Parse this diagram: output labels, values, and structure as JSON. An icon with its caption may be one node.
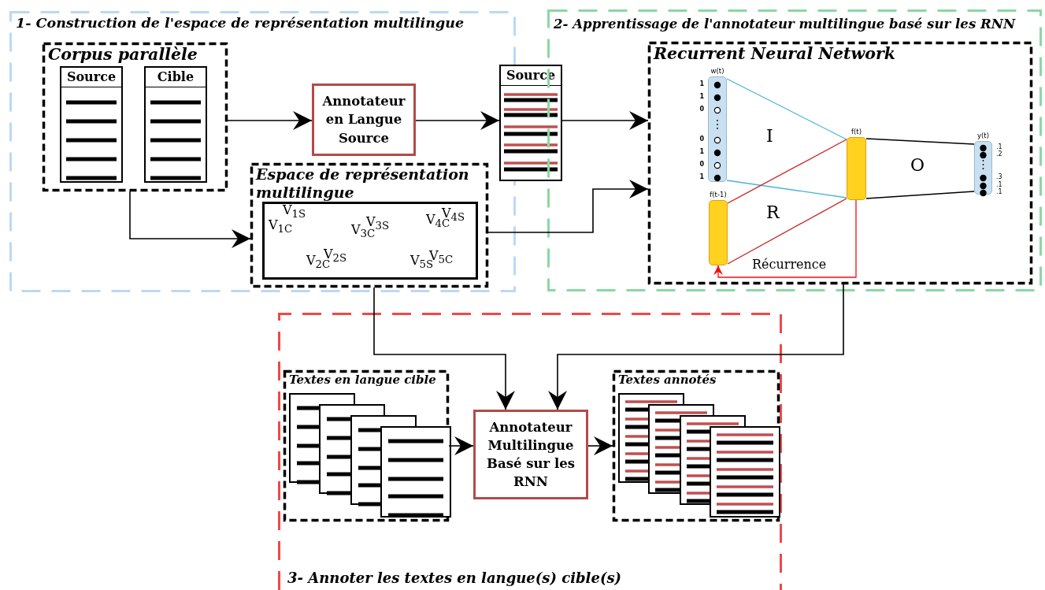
{
  "diagram": {
    "nodes": [
      {
        "text": [
          "1- Construction de l'espace de représentation multilingue"
        ]
      },
      {
        "text": [
          "Corpus parallèle"
        ],
        "in": 0
      },
      {
        "text": [
          "Source"
        ],
        "in": 1
      },
      {
        "text": [
          "Cible"
        ],
        "in": 1
      },
      {
        "text": [
          "Annotateur en Langue Source"
        ],
        "in": 0
      },
      {
        "text": [
          "Espace de représentation multilingue"
        ],
        "in": 0
      },
      {
        "text": [
          "V$_{1S}$",
          "V$_{1C}$",
          "V$_{3C}$",
          "V$_{3S}$",
          "V$_{4C}$",
          "V$_{4S}$",
          "V$_{2S}$",
          "V$_{2C}$",
          "V$_{5S}$",
          "V$_{5C}$"
        ],
        "in": 5
      },
      {
        "text": [
          "Source"
        ]
      },
      {
        "text": [
          "2- Apprentissage de l'annotateur multilingue basé sur les RNN"
        ]
      },
      {
        "text": [
          "Recurrent Neural Network"
        ],
        "in": 8
      },
      {
        "text": [
          "w(t)"
        ],
        "in": 9,
        "beside": [
          "1",
          "1",
          "0",
          "0",
          "1",
          "0",
          "1"
        ]
      },
      {
        "text": [
          "f(t-1)"
        ],
        "in": 9
      },
      {
        "text": [
          "f(t)"
        ],
        "in": 9
      },
      {
        "text": [
          "y(t)"
        ],
        "in": 9,
        "beside": [
          ".1",
          ".2",
          ".3",
          ".1",
          ".1"
        ]
      },
      {
        "text": [
          "3- Annoter les textes en langue(s) cible(s)"
        ]
      },
      {
        "text": [
          "Textes en langue cible"
        ],
        "in": 14
      },
      {
        "text": [
          "Annotateur Multilingue Basé sur les RNN"
        ],
        "in": 14
      },
      {
        "text": [
          "Textes annotés"
        ],
        "in": 14
      }
    ],
    "edges": [
      {
        "from": 1,
        "to": 4,
        "arrow": "to"
      },
      {
        "from": 4,
        "to": 7,
        "arrow": "to"
      },
      {
        "from": 7,
        "to": 9,
        "arrow": "to"
      },
      {
        "from": 5,
        "to": 9,
        "arrow": "to"
      },
      {
        "from": 1,
        "to": 5,
        "arrow": "to"
      },
      {
        "from": 5,
        "to": 16,
        "arrow": "to"
      },
      {
        "from": 9,
        "to": 16,
        "arrow": "to"
      },
      {
        "from": 15,
        "to": 16,
        "arrow": "to"
      },
      {
        "from": 16,
        "to": 17,
        "arrow": "to"
      },
      {
        "from": 10,
        "to": 12,
        "arrow": "none",
        "color": "#4ab4d4"
      },
      {
        "from": 10,
        "to": 12,
        "arrow": "none",
        "color": "#4ab4d4"
      },
      {
        "from": 11,
        "to": 12,
        "arrow": "none",
        "color": "#cc2222"
      },
      {
        "from": 11,
        "to": 12,
        "arrow": "none",
        "color": "#cc2222"
      },
      {
        "from": 12,
        "to": 13,
        "arrow": "none"
      },
      {
        "from": 12,
        "to": 13,
        "arrow": "none"
      },
      {
        "from": 12,
        "to": 11,
        "arrow": "to",
        "label": "Récurrence",
        "color": "#ee1111"
      }
    ],
    "labels": [
      "I",
      "R",
      "O"
    ]
  }
}
